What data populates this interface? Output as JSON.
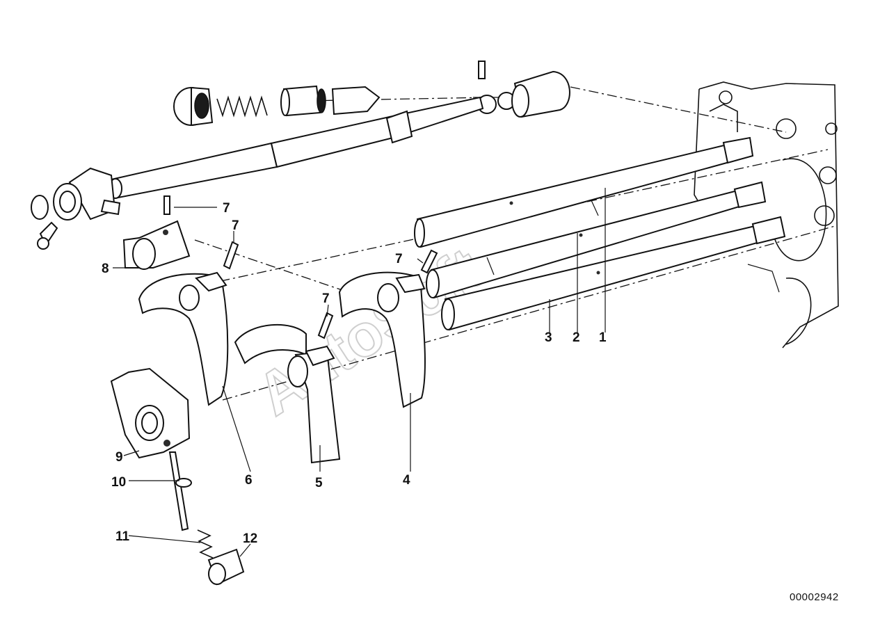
{
  "diagram": {
    "callouts": [
      {
        "id": "c1",
        "text": "1"
      },
      {
        "id": "c2",
        "text": "2"
      },
      {
        "id": "c3",
        "text": "3"
      },
      {
        "id": "c4",
        "text": "4"
      },
      {
        "id": "c5",
        "text": "5"
      },
      {
        "id": "c6",
        "text": "6"
      },
      {
        "id": "c7a",
        "text": "7"
      },
      {
        "id": "c7b",
        "text": "7"
      },
      {
        "id": "c7c",
        "text": "7"
      },
      {
        "id": "c7d",
        "text": "7"
      },
      {
        "id": "c8",
        "text": "8"
      },
      {
        "id": "c9",
        "text": "9"
      },
      {
        "id": "c10",
        "text": "10"
      },
      {
        "id": "c11",
        "text": "11"
      },
      {
        "id": "c12",
        "text": "12"
      }
    ],
    "drawing_code": "00002942",
    "watermark": "AutoSoft"
  },
  "colors": {
    "ink": "#111111",
    "paper": "#ffffff",
    "watermark": "#cfcfcf"
  }
}
